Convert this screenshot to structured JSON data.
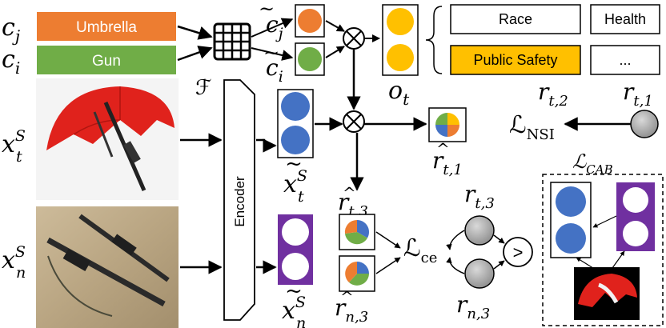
{
  "concepts": {
    "cj": {
      "symbol": "c",
      "sub": "j",
      "name": "Umbrella",
      "color": "#ED7D31"
    },
    "ci": {
      "symbol": "c",
      "sub": "i",
      "name": "Gun",
      "color": "#70AD47"
    }
  },
  "category_boxes": {
    "race": "Race",
    "health": "Health",
    "public_safety": "Public Safety",
    "more": "...",
    "highlight_color": "#FFC000"
  },
  "encoder": {
    "symbol": "ℱ",
    "label": "Encoder"
  },
  "symbols": {
    "c_tilde_j": {
      "base": "c",
      "sub": "j"
    },
    "c_tilde_i": {
      "base": "c",
      "sub": "i"
    },
    "o_t": {
      "base": "o",
      "sub": "t"
    },
    "x_t_S": {
      "base": "x",
      "sup": "S",
      "sub": "t"
    },
    "x_n_S": {
      "base": "x",
      "sup": "S",
      "sub": "n"
    },
    "x_tilde_t_S": {
      "base": "x",
      "sup": "S",
      "sub": "t"
    },
    "x_tilde_n_S": {
      "base": "x",
      "sup": "S",
      "sub": "n"
    },
    "r_t2": {
      "base": "r",
      "sub": "t,2"
    },
    "r_t1": {
      "base": "r",
      "sub": "t,1"
    },
    "r_hat_t1": {
      "base": "r",
      "sub": "t,1"
    },
    "r_hat_t3": {
      "base": "r",
      "sub": "t,3"
    },
    "r_hat_n3": {
      "base": "r",
      "sub": "n,3"
    },
    "r_t3": {
      "base": "r",
      "sub": "t,3"
    },
    "r_n3": {
      "base": "r",
      "sub": "n,3"
    }
  },
  "losses": {
    "nsi": {
      "base": "ℒ",
      "sub": "NSI"
    },
    "ce": {
      "base": "ℒ",
      "sub": "ce"
    },
    "cab": {
      "base": "ℒ",
      "sub": "CAB"
    }
  },
  "compare_symbol": ">",
  "colors": {
    "blue_embedding": "#4472C4",
    "purple_embedding": "#7030A0",
    "gray_node": "#A6A6A6"
  }
}
